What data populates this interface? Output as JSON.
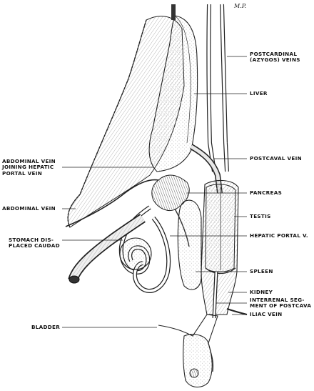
{
  "signature": "M.P.",
  "labels": {
    "postcardinal": "POSTCARDINAL\n(AZYGOS) VEINS",
    "liver": "LIVER",
    "postcaval": "POSTCAVAL VEIN",
    "abdominal_vein_hepatic": "ABDOMINAL VEIN\nJOINING HEPATIC\nPORTAL VEIN",
    "pancreas": "PANCREAS",
    "abdominal_vein": "ABDOMINAL VEIN",
    "testis": "TESTIS",
    "stomach": "STOMACH DIS-\nPLACED CAUDAD",
    "hepatic_portal": "HEPATIC PORTAL V.",
    "spleen": "SPLEEN",
    "kidney": "KIDNEY",
    "interrenal": "INTERRENAL SEG-\nMENT OF POSTCAVA",
    "iliac": "ILIAC VEIN",
    "bladder": "BLADDER"
  }
}
